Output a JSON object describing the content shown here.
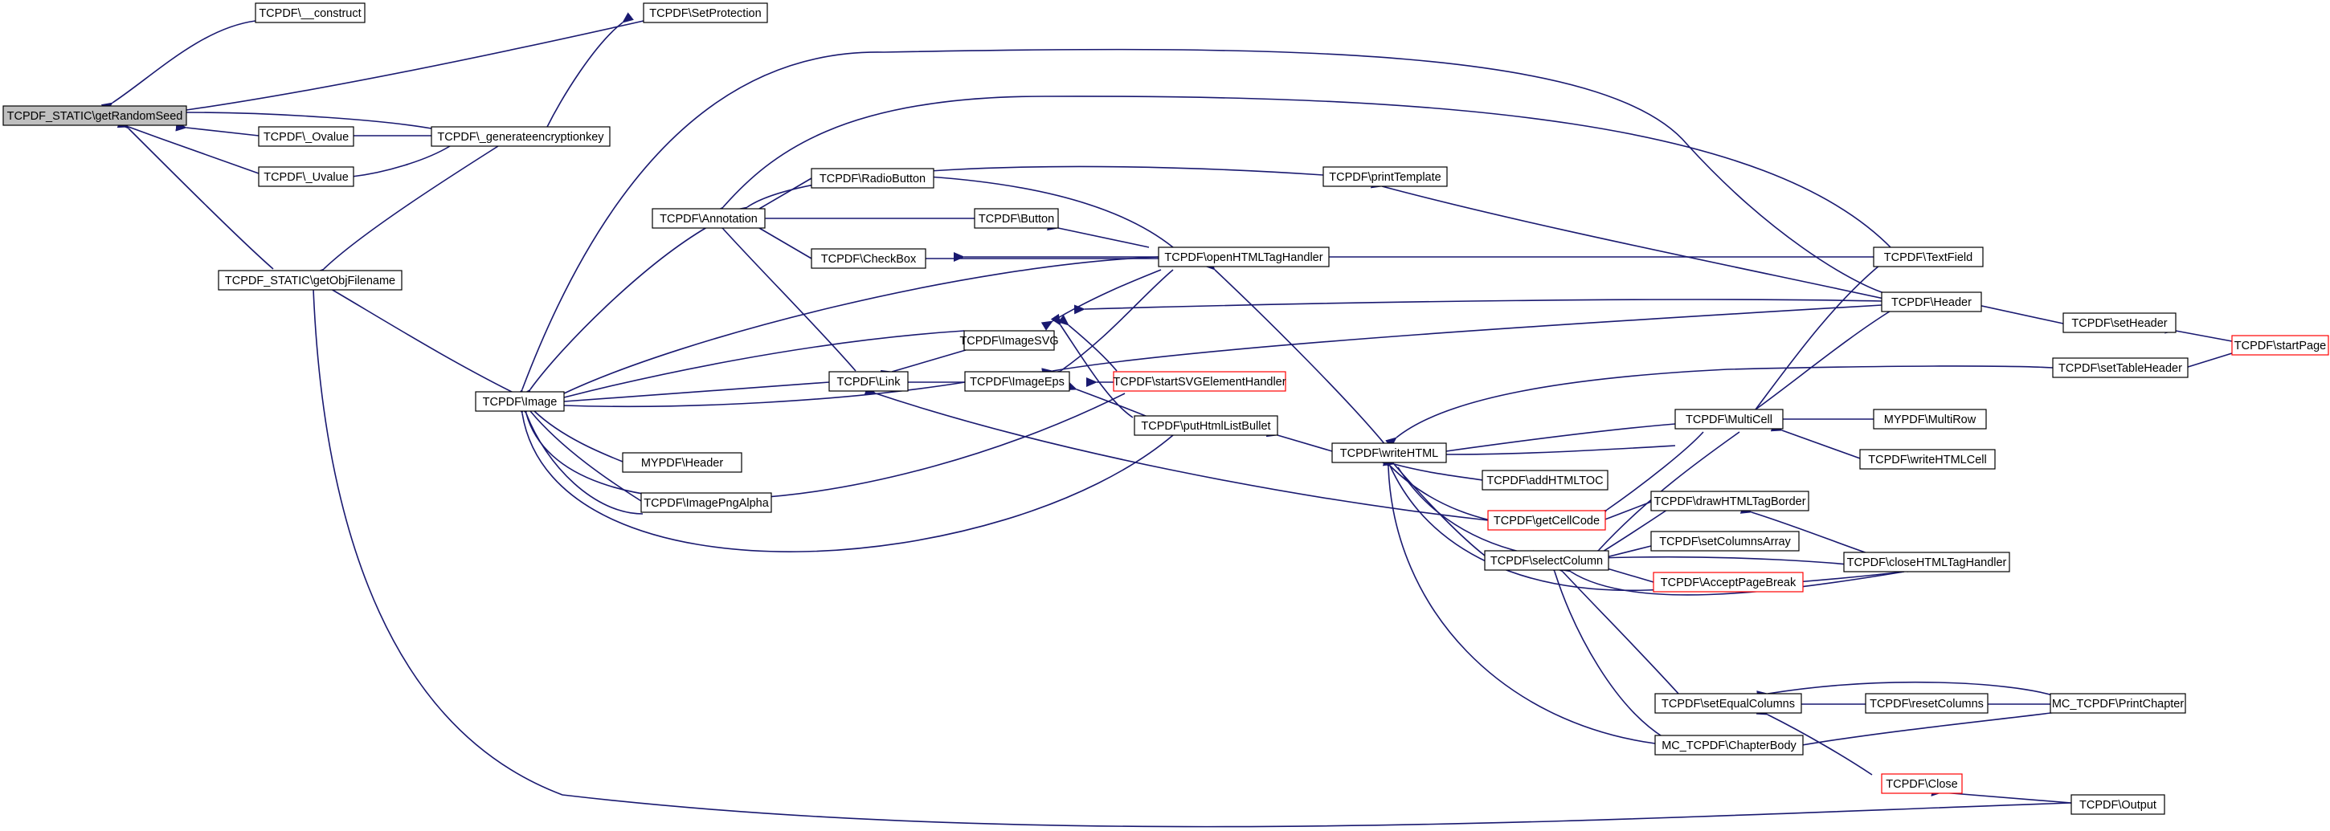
{
  "graph": {
    "colors": {
      "edge": "#191970",
      "root_fill": "#bfbfbf",
      "truncated_border": "#ff0000",
      "border": "#000000"
    },
    "nodes": [
      {
        "id": "grs",
        "label": "TCPDF_STATIC\\getRandomSeed",
        "root": true
      },
      {
        "id": "construct",
        "label": "TCPDF\\__construct"
      },
      {
        "id": "setprot",
        "label": "TCPDF\\SetProtection"
      },
      {
        "id": "ovalue",
        "label": "TCPDF\\_Ovalue"
      },
      {
        "id": "genkey",
        "label": "TCPDF\\_generateencryptionkey"
      },
      {
        "id": "uvalue",
        "label": "TCPDF\\_Uvalue"
      },
      {
        "id": "getobj",
        "label": "TCPDF_STATIC\\getObjFilename"
      },
      {
        "id": "image",
        "label": "TCPDF\\Image"
      },
      {
        "id": "annotation",
        "label": "TCPDF\\Annotation"
      },
      {
        "id": "radio",
        "label": "TCPDF\\RadioButton"
      },
      {
        "id": "button",
        "label": "TCPDF\\Button"
      },
      {
        "id": "checkbox",
        "label": "TCPDF\\CheckBox"
      },
      {
        "id": "link",
        "label": "TCPDF\\Link"
      },
      {
        "id": "imagesvg",
        "label": "TCPDF\\ImageSVG"
      },
      {
        "id": "imageeps",
        "label": "TCPDF\\ImageEps"
      },
      {
        "id": "startsvg",
        "label": "TCPDF\\startSVGElementHandler",
        "truncated": true
      },
      {
        "id": "openhtml",
        "label": "TCPDF\\openHTMLTagHandler"
      },
      {
        "id": "printtpl",
        "label": "TCPDF\\printTemplate"
      },
      {
        "id": "putbullet",
        "label": "TCPDF\\putHtmlListBullet"
      },
      {
        "id": "mypdfheader",
        "label": "MYPDF\\Header"
      },
      {
        "id": "pngalpha",
        "label": "TCPDF\\ImagePngAlpha"
      },
      {
        "id": "writehtml",
        "label": "TCPDF\\writeHTML"
      },
      {
        "id": "addhtmltoc",
        "label": "TCPDF\\addHTMLTOC"
      },
      {
        "id": "getcellcode",
        "label": "TCPDF\\getCellCode",
        "truncated": true
      },
      {
        "id": "selectcol",
        "label": "TCPDF\\selectColumn"
      },
      {
        "id": "multicell",
        "label": "TCPDF\\MultiCell"
      },
      {
        "id": "drawborder",
        "label": "TCPDF\\drawHTMLTagBorder"
      },
      {
        "id": "setcolarr",
        "label": "TCPDF\\setColumnsArray"
      },
      {
        "id": "acceptpb",
        "label": "TCPDF\\AcceptPageBreak",
        "truncated": true
      },
      {
        "id": "setequal",
        "label": "TCPDF\\setEqualColumns"
      },
      {
        "id": "chapterbody",
        "label": "MC_TCPDF\\ChapterBody"
      },
      {
        "id": "close",
        "label": "TCPDF\\Close",
        "truncated": true
      },
      {
        "id": "textfield",
        "label": "TCPDF\\TextField"
      },
      {
        "id": "header",
        "label": "TCPDF\\Header"
      },
      {
        "id": "multirow",
        "label": "MYPDF\\MultiRow"
      },
      {
        "id": "writehtmlcell",
        "label": "TCPDF\\writeHTMLCell"
      },
      {
        "id": "closehtml",
        "label": "TCPDF\\closeHTMLTagHandler"
      },
      {
        "id": "resetcol",
        "label": "TCPDF\\resetColumns"
      },
      {
        "id": "printchapter",
        "label": "MC_TCPDF\\PrintChapter"
      },
      {
        "id": "output",
        "label": "TCPDF\\Output"
      },
      {
        "id": "setheader",
        "label": "TCPDF\\setHeader"
      },
      {
        "id": "settableheader",
        "label": "TCPDF\\setTableHeader"
      },
      {
        "id": "startpage",
        "label": "TCPDF\\startPage",
        "truncated": true
      }
    ]
  }
}
